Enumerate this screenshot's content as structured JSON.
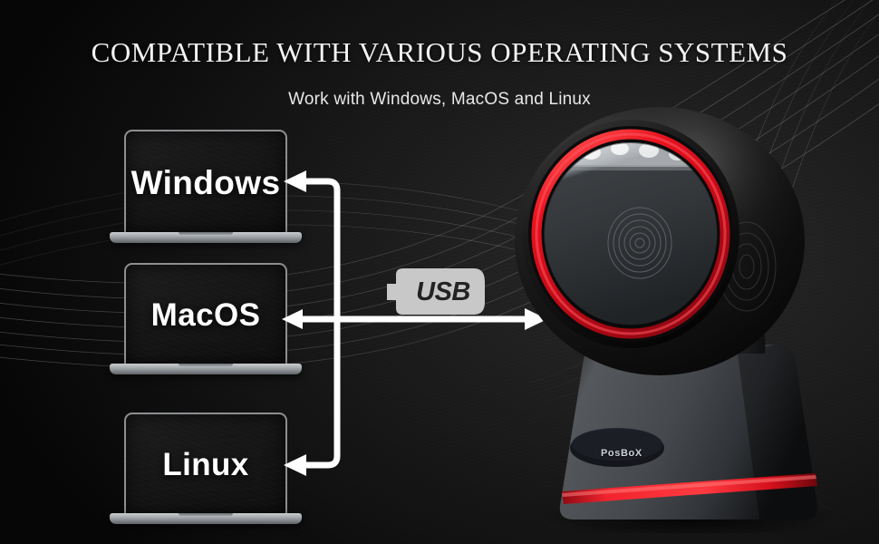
{
  "page": {
    "title": "COMPATIBLE WITH VARIOUS OPERATING SYSTEMS",
    "subtitle": "Work with Windows, MacOS and Linux",
    "background_color": "#111111",
    "accent_color": "#e8121e",
    "text_color": "#f3f3f3"
  },
  "platforms": [
    {
      "name": "Windows",
      "label": "Windows"
    },
    {
      "name": "MacOS",
      "label": "MacOS"
    },
    {
      "name": "Linux",
      "label": "Linux"
    }
  ],
  "connector": {
    "badge_label": "USB",
    "badge_color": "#c8c8c8",
    "badge_text_color": "#232323",
    "line_color": "#ffffff"
  },
  "product": {
    "brand_label": "PosBoX",
    "ring_color": "#e8121e",
    "body_color": "#1a1a1a",
    "base_color": "#3a3a3c",
    "stripe_color": "#ef2028"
  }
}
